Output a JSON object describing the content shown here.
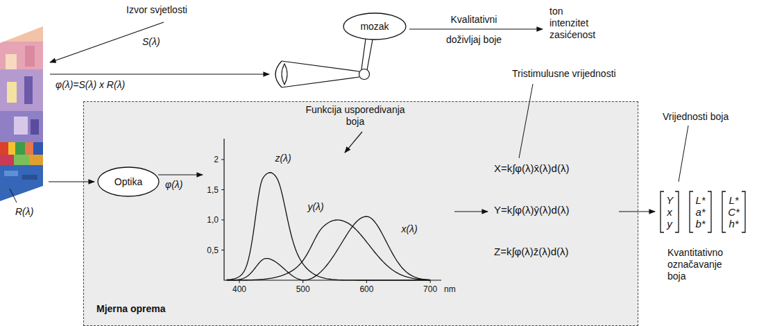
{
  "diagram": {
    "nodes": [
      {
        "text": [
          "mozak"
        ]
      },
      {
        "text": [
          "Mjerna oprema"
        ]
      },
      {
        "text": [
          "Optika"
        ],
        "in": 1
      },
      {
        "text": [
          "Y x y"
        ]
      },
      {
        "text": [
          "L* a* b*"
        ]
      },
      {
        "text": [
          "L* C* h*"
        ]
      }
    ],
    "labels": [
      "Izvor svjetlosti",
      "S(λ)",
      "φ(λ)=S(λ) x R(λ)",
      "Kvalitativni",
      "doživljaj boje",
      "ton intenzitet zasićenost",
      "Tristimulusne vrijednosti",
      "Funkcija usporedivanja boja",
      "Vrijednosti boja",
      "2",
      "1,5",
      "1,0",
      "0,5",
      "z(λ)",
      "y(λ)",
      "x(λ)",
      "φ(λ)",
      "X=k∫φ(λ)x̄(λ)d(λ)",
      "Y=k∫φ(λ)ȳ(λ)d(λ)",
      "Z=k∫φ(λ)z̄(λ)d(λ)",
      "Kvantitativno označavanje boja",
      "R(λ)",
      "400",
      "500",
      "600",
      "700",
      "nm"
    ]
  }
}
